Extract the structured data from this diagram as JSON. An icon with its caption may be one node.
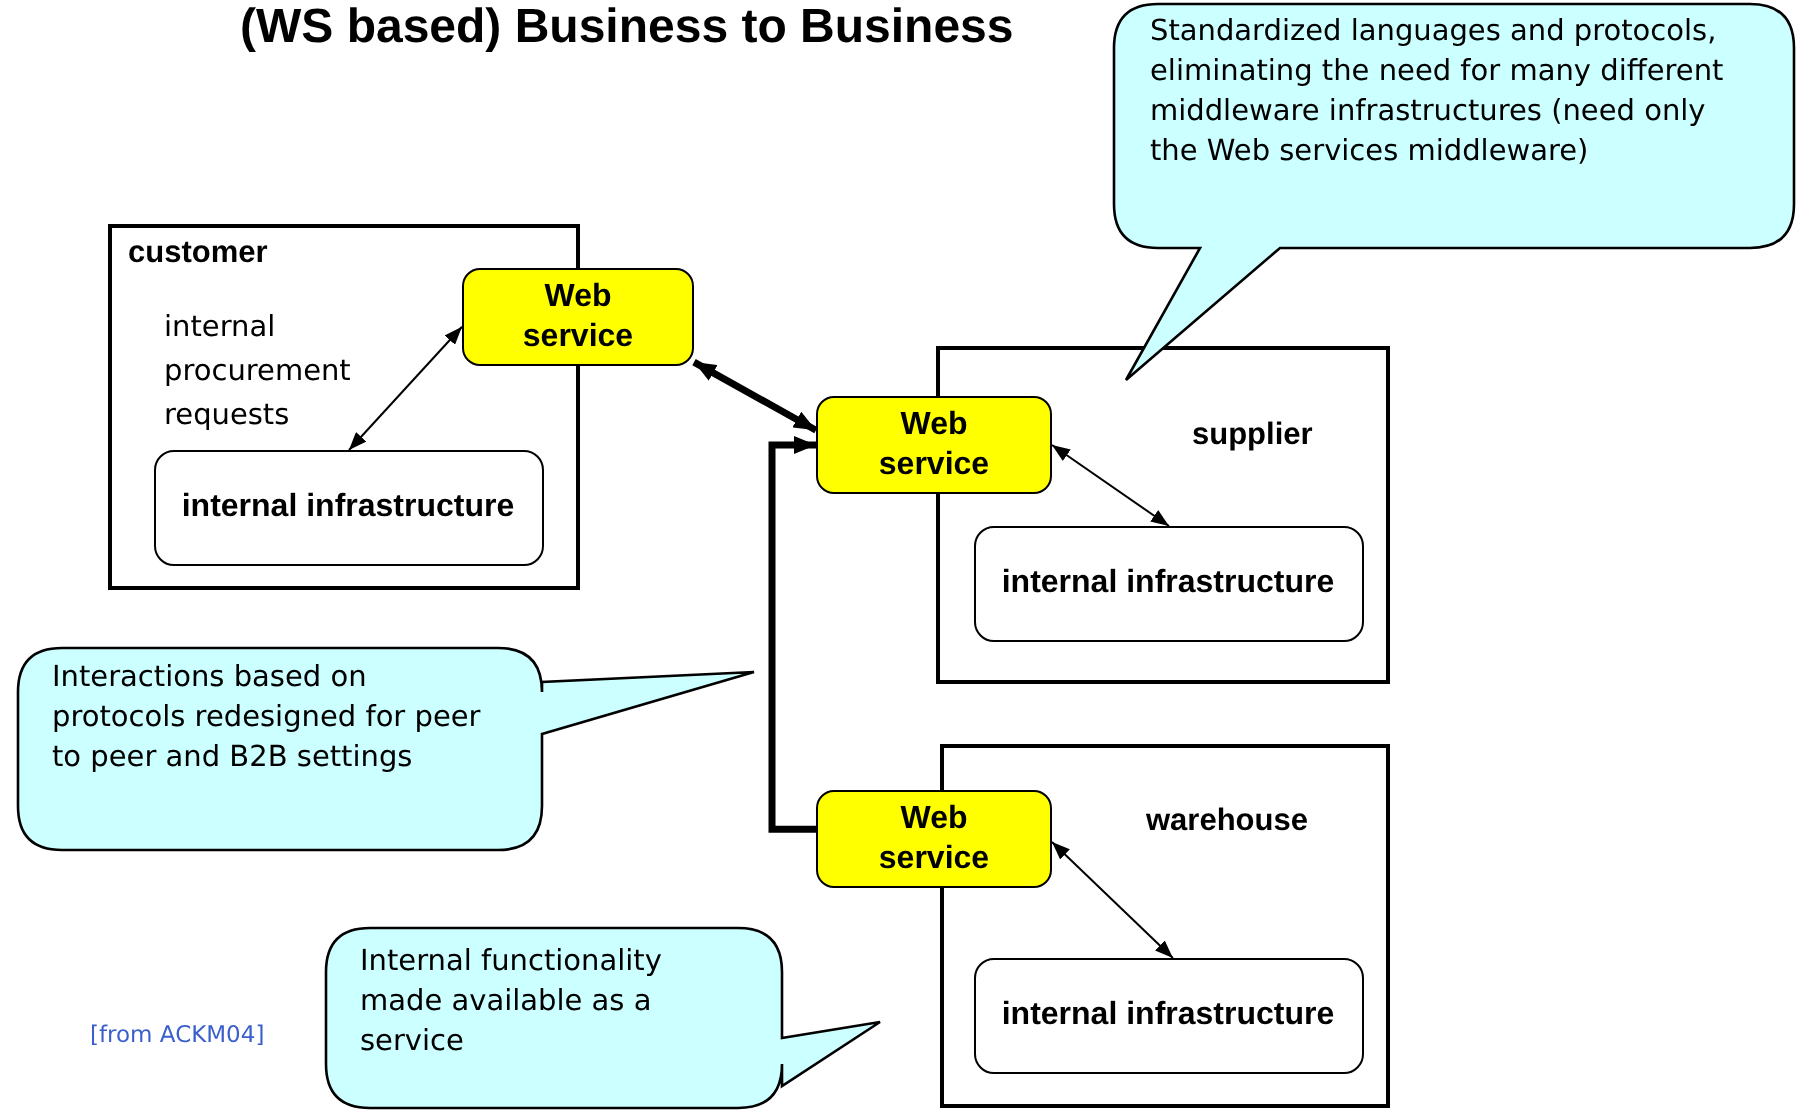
{
  "diagram": {
    "title": "(WS based) Business to Business",
    "nodes": [
      {
        "text": [
          "customer"
        ]
      },
      {
        "text": [
          "Web service"
        ]
      },
      {
        "text": [
          "internal infrastructure"
        ],
        "in": 0
      },
      {
        "text": [
          "supplier"
        ]
      },
      {
        "text": [
          "Web service"
        ]
      },
      {
        "text": [
          "internal infrastructure"
        ],
        "in": 3
      },
      {
        "text": [
          "warehouse"
        ]
      },
      {
        "text": [
          "Web service"
        ]
      },
      {
        "text": [
          "internal infrastructure"
        ],
        "in": 6
      },
      {
        "text": [
          "Standardized languages and protocols, eliminating the need for many different middleware infrastructures (need only the Web services middleware)"
        ]
      },
      {
        "text": [
          "Interactions based on protocols redesigned for peer to peer and B2B settings"
        ]
      },
      {
        "text": [
          "Internal functionality made available as a service"
        ]
      }
    ],
    "edges": [
      {
        "from": 2,
        "to": 1,
        "arrow": "both"
      },
      {
        "from": 1,
        "to": 4,
        "arrow": "both",
        "style": "thick"
      },
      {
        "from": 7,
        "to": 4,
        "arrow": "to",
        "style": "thick"
      },
      {
        "from": 4,
        "to": 5,
        "arrow": "both"
      },
      {
        "from": 7,
        "to": 8,
        "arrow": "both"
      }
    ],
    "labels": [
      "internal procurement requests",
      "[from ACKM04]"
    ]
  }
}
